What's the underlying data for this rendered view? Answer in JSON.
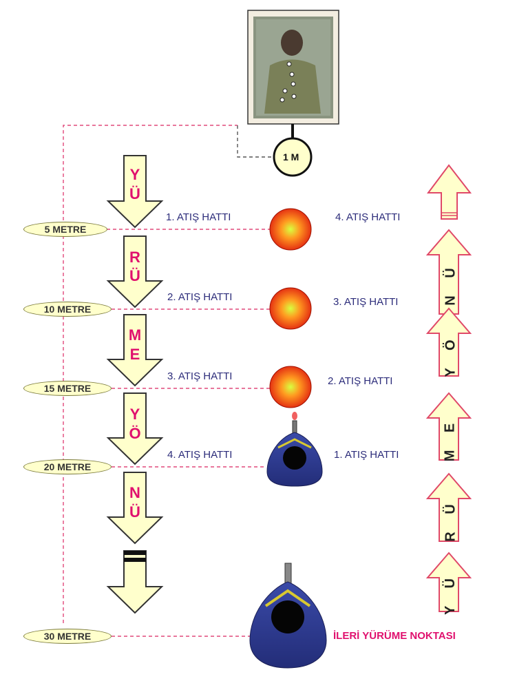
{
  "target_marker": "1 M",
  "distances": [
    "5 METRE",
    "10 METRE",
    "15 METRE",
    "20 METRE",
    "30 METRE"
  ],
  "left_lines": [
    "1. ATIŞ HATTI",
    "2. ATIŞ HATTI",
    "3. ATIŞ HATTI",
    "4. ATIŞ HATTI"
  ],
  "right_lines": [
    "4. ATIŞ HATTI",
    "3. ATIŞ HATTI",
    "2. ATIŞ HATTI",
    "1. ATIŞ HATTI"
  ],
  "down_letters": [
    "Y",
    "Ü",
    "R",
    "Ü",
    "M",
    "E",
    "Y",
    "Ö",
    "N",
    "Ü"
  ],
  "up_letters": [
    "N Ü",
    "Y Ö",
    "M E",
    "R Ü",
    "Y Ü"
  ],
  "advance_label": "İLERİ YÜRÜME NOKTASI",
  "colors": {
    "accent": "#e0106e",
    "line_text": "#2c2c7a",
    "arrow_fill": "#ffffcc",
    "dashed": "#e0487a"
  }
}
